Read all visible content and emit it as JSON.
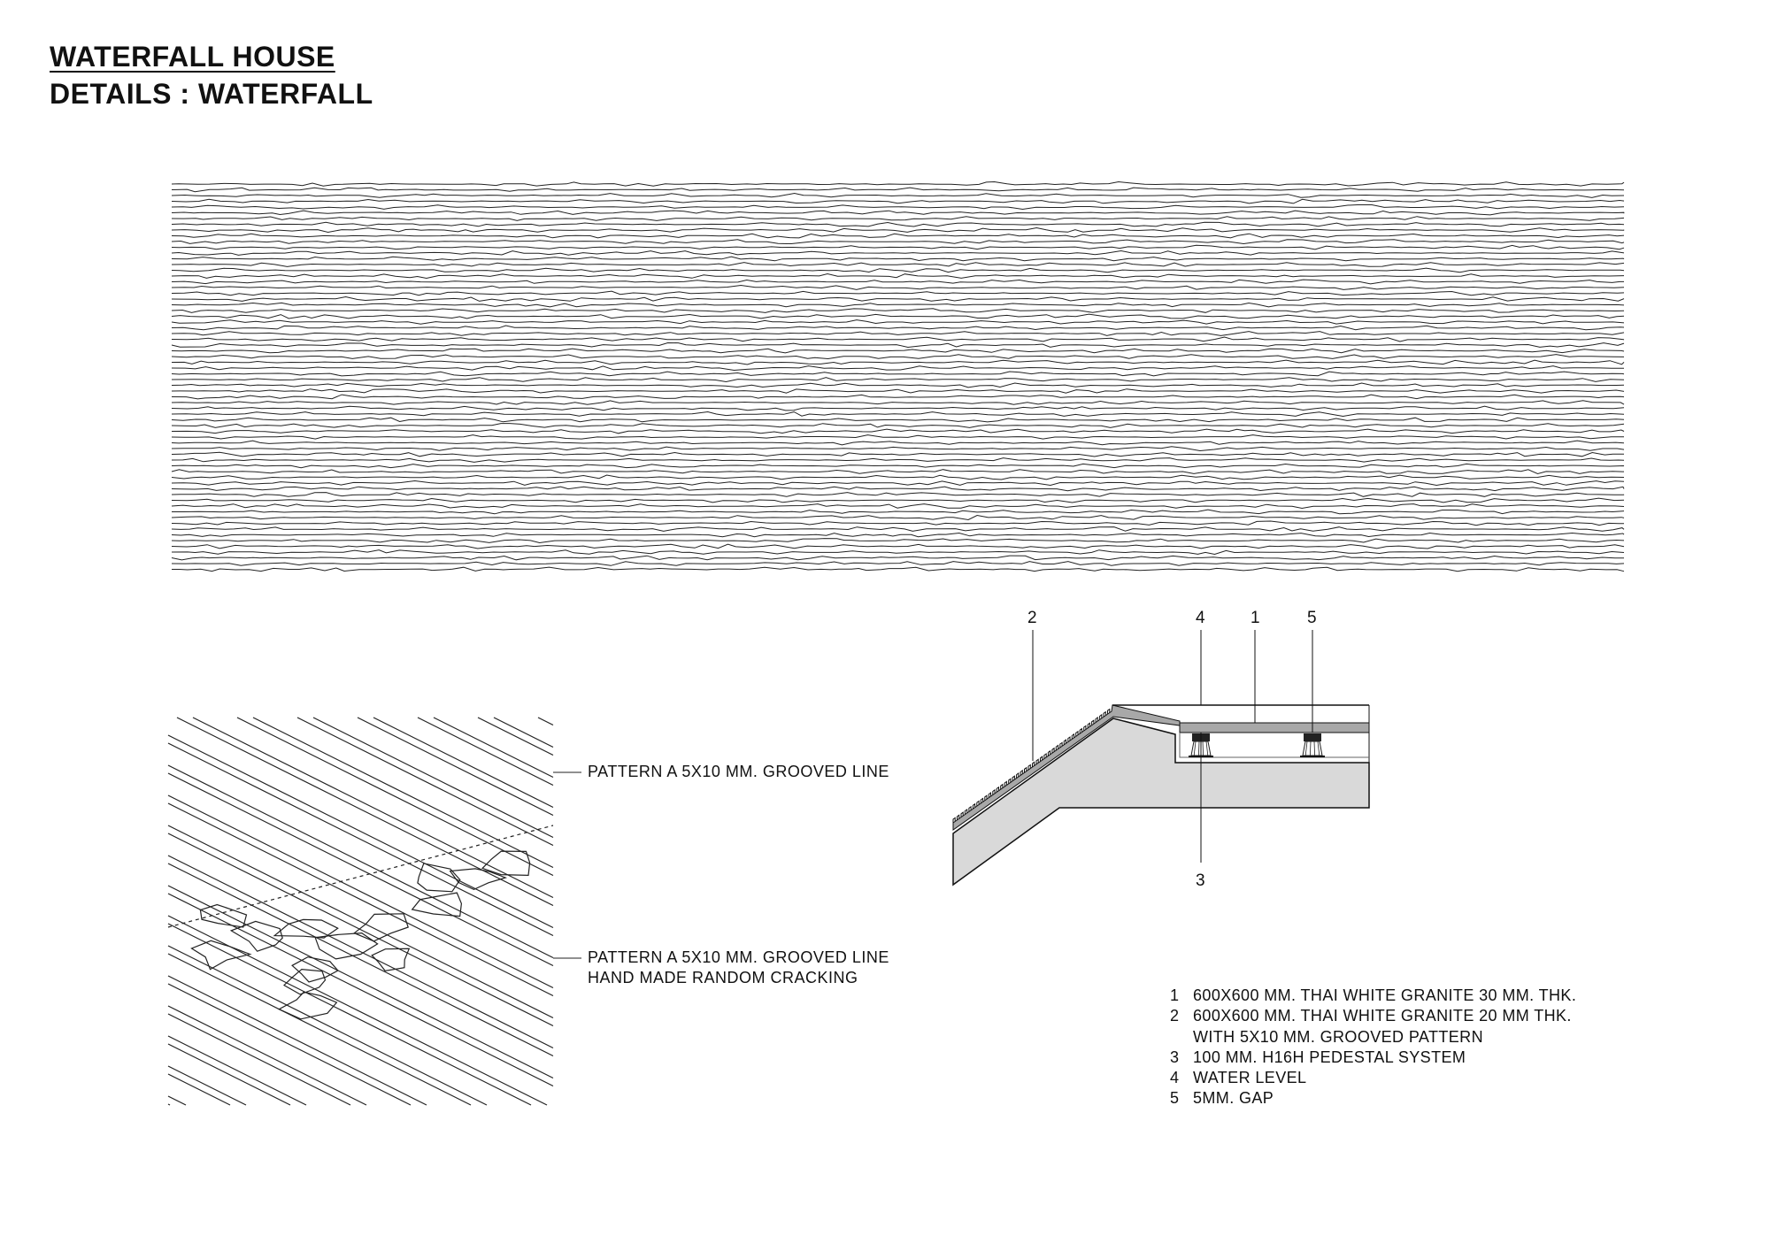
{
  "header": {
    "title": "WATERFALL HOUSE",
    "subtitle": "DETAILS : WATERFALL"
  },
  "pattern_labels": [
    {
      "lines": [
        "PATTERN A  5X10 MM. GROOVED LINE"
      ]
    },
    {
      "lines": [
        "PATTERN A  5X10 MM. GROOVED LINE",
        "HAND MADE RANDOM CRACKING"
      ]
    }
  ],
  "section_callouts": [
    "2",
    "4",
    "1",
    "5",
    "3"
  ],
  "legend": [
    {
      "n": "1",
      "text": "600X600 MM. THAI WHITE GRANITE 30 MM. THK."
    },
    {
      "n": "2",
      "text": "600X600 MM. THAI WHITE GRANITE 20 MM THK."
    },
    {
      "n": "",
      "text": "WITH 5X10 MM. GROOVED PATTERN"
    },
    {
      "n": "3",
      "text": "100 MM. H16H PEDESTAL SYSTEM"
    },
    {
      "n": "4",
      "text": "WATER LEVEL"
    },
    {
      "n": "5",
      "text": "5MM. GAP"
    }
  ],
  "colors": {
    "ink": "#111111",
    "concrete": "#d9d9d9",
    "tile": "#a8a8a8"
  }
}
